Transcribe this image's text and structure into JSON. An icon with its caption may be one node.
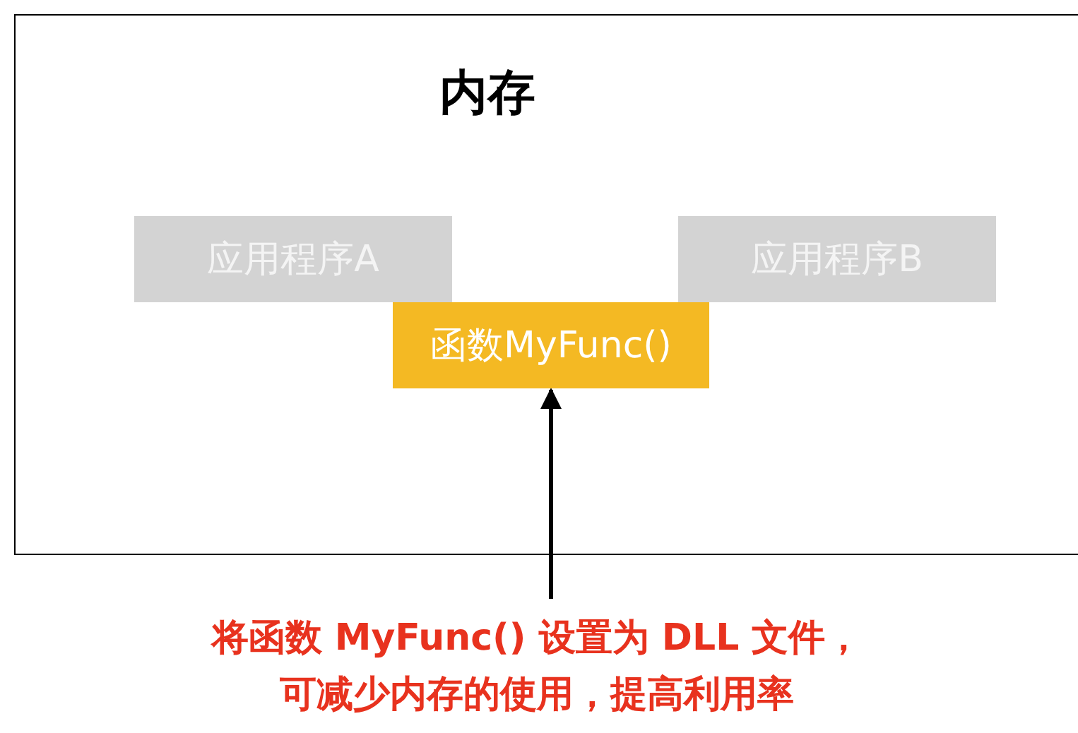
{
  "diagram": {
    "nodes": [
      {
        "text": [
          "内存"
        ]
      },
      {
        "text": [
          "应用程序A"
        ],
        "in": 0
      },
      {
        "text": [
          "应用程序B"
        ],
        "in": 0
      },
      {
        "text": [
          "函数MyFunc()"
        ],
        "in": 0
      },
      {
        "text": [
          "将函数 MyFunc() 设置为 DLL 文件，可减少内存的使用，提高利用率"
        ]
      }
    ],
    "edges": [
      {
        "from": 4,
        "to": 3,
        "arrow": "to"
      }
    ]
  }
}
